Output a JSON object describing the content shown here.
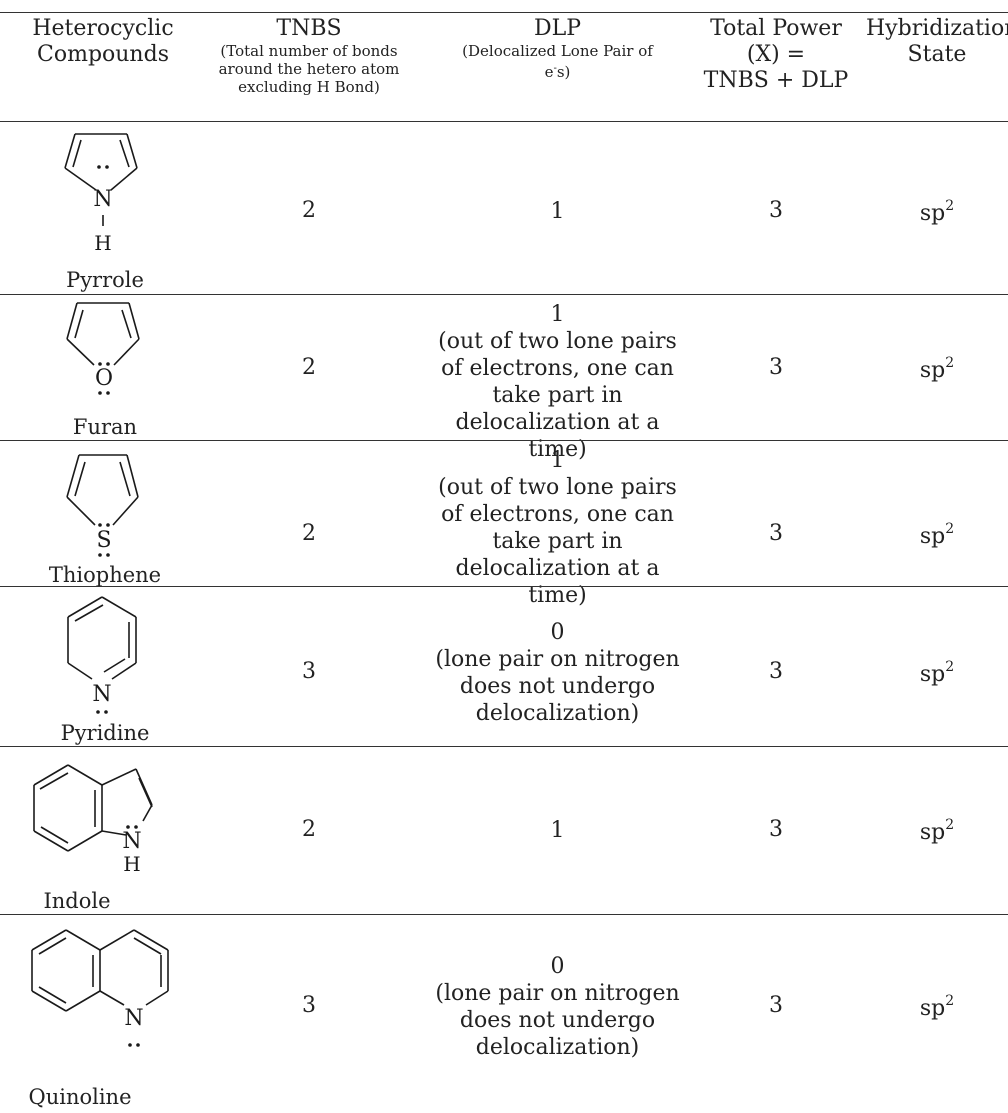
{
  "header": {
    "compounds": [
      "Heterocyclic",
      "Compounds"
    ],
    "tnbs": {
      "title": "TNBS",
      "sub": [
        "(Total number of bonds",
        "around the hetero atom",
        "excluding H  Bond)"
      ]
    },
    "dlp": {
      "title": "DLP",
      "sub": [
        "(Delocalized Lone  Pair of",
        "e-s)"
      ]
    },
    "total": [
      "Total Power",
      "(X) =",
      "TNBS + DLP"
    ],
    "hybrid": [
      "Hybridization",
      "State"
    ]
  },
  "rows": [
    {
      "name": "Pyrrole",
      "atom": "N",
      "lower": "H",
      "tnbs": "2",
      "dlp": [
        "1"
      ],
      "total": "3",
      "hyb": "sp",
      "hyb_sup": "2"
    },
    {
      "name": "Furan",
      "atom": "O",
      "tnbs": "2",
      "dlp": [
        "1",
        "(out of two lone pairs",
        "of electrons,  one can",
        "take part in",
        "delocalization at a time)"
      ],
      "total": "3",
      "hyb": "sp",
      "hyb_sup": "2"
    },
    {
      "name": "Thiophene",
      "atom": "S",
      "tnbs": "2",
      "dlp": [
        "1",
        "(out of two lone pairs",
        "of electrons,  one can",
        "take part in",
        "delocalization at a time)"
      ],
      "total": "3",
      "hyb": "sp",
      "hyb_sup": "2"
    },
    {
      "name": "Pyridine",
      "atom": "N",
      "tnbs": "3",
      "dlp": [
        "0",
        "(lone pair on nitrogen",
        "does not undergo",
        "delocalization)"
      ],
      "total": "3",
      "hyb": "sp",
      "hyb_sup": "2"
    },
    {
      "name": "Indole",
      "atom": "N",
      "lower": "H",
      "tnbs": "2",
      "dlp": [
        "1"
      ],
      "total": "3",
      "hyb": "sp",
      "hyb_sup": "2"
    },
    {
      "name": "Quinoline",
      "atom": "N",
      "tnbs": "3",
      "dlp": [
        "0",
        "(lone pair on nitrogen",
        "does not undergo",
        "delocalization)"
      ],
      "total": "3",
      "hyb": "sp",
      "hyb_sup": "2"
    }
  ]
}
